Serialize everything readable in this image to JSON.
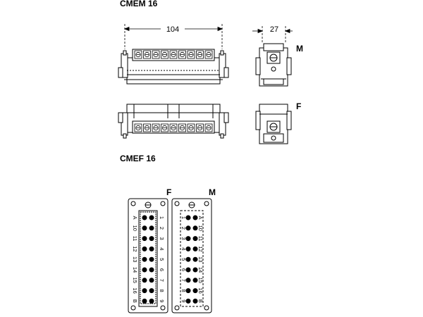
{
  "titles": {
    "cmem": "CMEM 16",
    "cmef": "CMEF 16"
  },
  "dimensions": {
    "length": "104",
    "depth": "27"
  },
  "side_labels": {
    "male_top": "M",
    "female_side": "F",
    "female_face": "F",
    "male_face": "M"
  },
  "female_face": {
    "left_labels": [
      "A",
      "10",
      "11",
      "12",
      "13",
      "14",
      "15",
      "16",
      "B"
    ],
    "right_labels": [
      "1",
      "2",
      "3",
      "4",
      "5",
      "6",
      "7",
      "8",
      "9"
    ]
  },
  "male_face": {
    "left_labels": [
      "1",
      "2",
      "3",
      "4",
      "5",
      "6",
      "7",
      "8",
      "9"
    ],
    "right_labels": [
      "A",
      "10",
      "11",
      "12",
      "13",
      "14",
      "15",
      "16",
      "B"
    ]
  }
}
